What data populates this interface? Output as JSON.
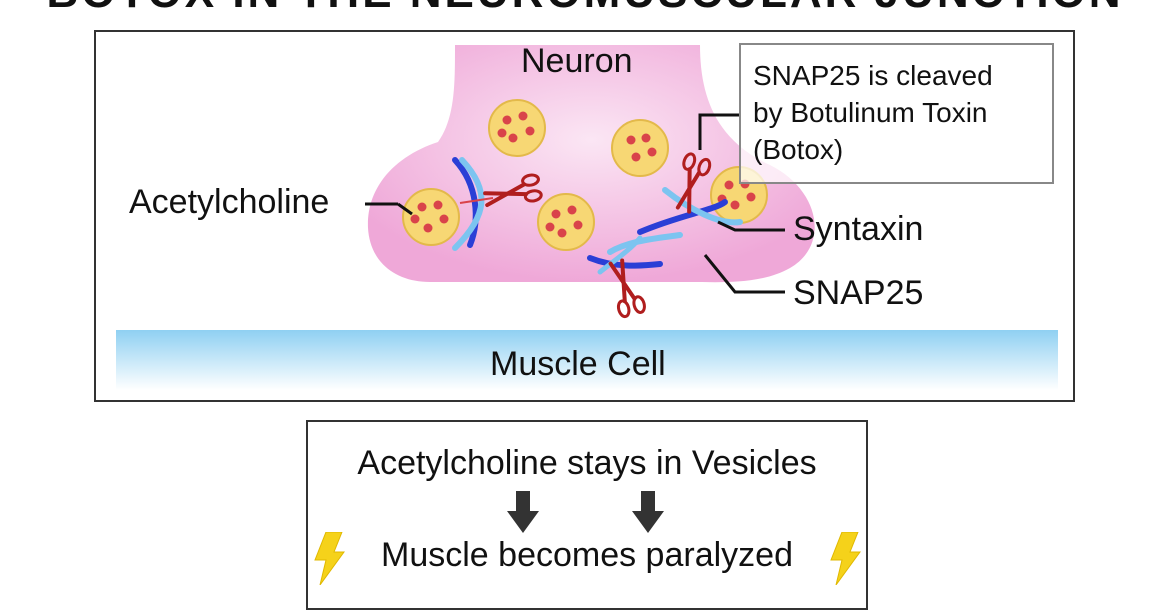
{
  "title": "BOTOX IN THE NEUROMUSCULAR JUNCTION",
  "labels": {
    "neuron": "Neuron",
    "acetylcholine": "Acetylcholine",
    "syntaxin": "Syntaxin",
    "snap25": "SNAP25",
    "muscle_cell": "Muscle Cell"
  },
  "callout": {
    "line1": "SNAP25 is cleaved",
    "line2": "by Botulinum Toxin",
    "line3": "(Botox)"
  },
  "outcome": {
    "line1": "Acetylcholine stays in  Vesicles",
    "line2": "Muscle becomes paralyzed"
  },
  "colors": {
    "neuron_fill": "#f4b8e0",
    "vesicle_fill": "#f7d774",
    "vesicle_dot": "#d9434a",
    "syntaxin": "#2a3fd6",
    "snap25": "#7cc4f0",
    "scissors": "#b01e1e",
    "muscle_top": "#8fd0f2",
    "bolt": "#f5d21a"
  },
  "icons": [
    "vesicle-icon",
    "scissors-icon",
    "down-arrow-icon",
    "lightning-icon"
  ]
}
